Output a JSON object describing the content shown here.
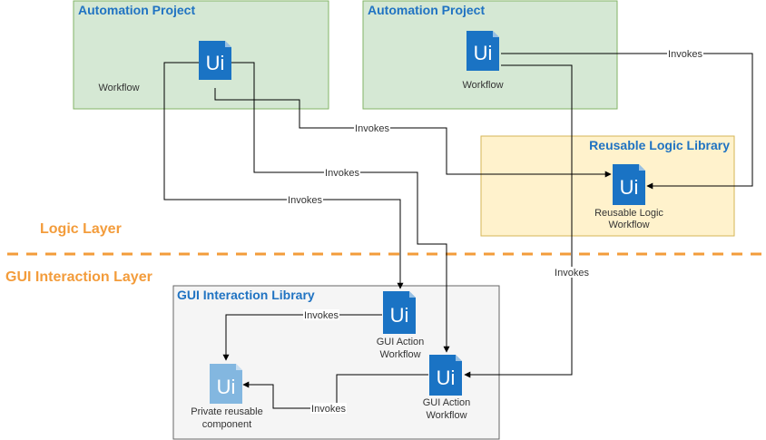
{
  "colors": {
    "accent_blue": "#2073c2",
    "uipath_blue": "#1a73c4",
    "uipath_light": "#83b7e0",
    "layer_orange": "#f39c3b",
    "project_fill": "#d5e8d4",
    "project_stroke": "#82b366",
    "library_fill": "#fff2cc",
    "library_stroke": "#d6b656",
    "gui_fill": "#f5f5f5",
    "gui_stroke": "#666666"
  },
  "containers": {
    "project_a": {
      "title": "Automation Project"
    },
    "project_b": {
      "title": "Automation Project"
    },
    "logic_library": {
      "title": "Reusable Logic Library"
    },
    "gui_library": {
      "title": "GUI Interaction Library"
    }
  },
  "layers": {
    "logic": "Logic Layer",
    "gui": "GUI Interaction Layer"
  },
  "nodes": {
    "workflow_a": {
      "icon": "uipath-icon",
      "glyph": "Ui",
      "lines": [
        "Workflow"
      ]
    },
    "workflow_b": {
      "icon": "uipath-icon",
      "glyph": "Ui",
      "lines": [
        "Workflow"
      ]
    },
    "logic_workflow": {
      "icon": "uipath-icon",
      "glyph": "Ui",
      "lines": [
        "Reusable Logic",
        "Workflow"
      ]
    },
    "gui_action_1": {
      "icon": "uipath-icon",
      "glyph": "Ui",
      "lines": [
        "GUI Action",
        "Workflow"
      ]
    },
    "gui_action_2": {
      "icon": "uipath-icon",
      "glyph": "Ui",
      "lines": [
        "GUI Action",
        "Workflow"
      ]
    },
    "private_component": {
      "icon": "uipath-icon-light",
      "glyph": "Ui",
      "lines": [
        "Private reusable",
        "component"
      ]
    }
  },
  "edges": {
    "b_to_logic": "Invokes",
    "a_to_logic": "Invokes",
    "a_to_gui2": "Invokes",
    "a_to_gui1": "Invokes",
    "b_to_gui2": "Invokes",
    "gui1_to_private": "Invokes",
    "gui2_to_private": "Invokes"
  }
}
